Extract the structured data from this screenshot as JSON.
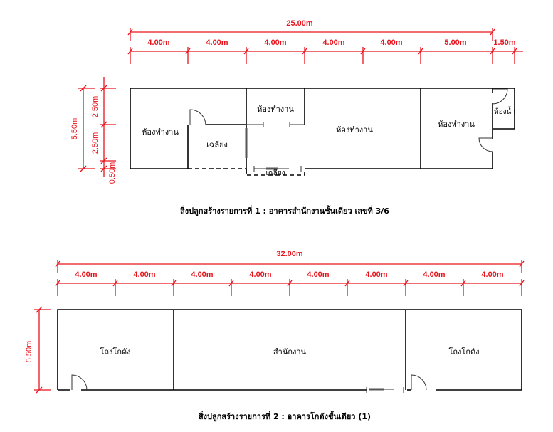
{
  "plan1": {
    "overall_width": "25.00m",
    "segments": [
      "4.00m",
      "4.00m",
      "4.00m",
      "4.00m",
      "4.00m",
      "5.00m",
      "1.50m"
    ],
    "overall_depth": "5.50m",
    "depth_segments": [
      "2.50m",
      "2.50m",
      "0.50m"
    ],
    "rooms": {
      "office_left": "ห้องทำงาน",
      "veranda": "เฉลียง",
      "office_top": "ห้องทำงาน",
      "office_middle": "ห้องทำงาน",
      "office_right": "ห้องทำงาน",
      "bathroom": "ห้องน้ำ",
      "porch": "เฉลียง"
    },
    "caption": "สิ่งปลูกสร้างรายการที่ 1 : อาคารสำนักงานชั้นเดียว เลขที่ 3/6"
  },
  "plan2": {
    "overall_width": "32.00m",
    "segments": [
      "4.00m",
      "4.00m",
      "4.00m",
      "4.00m",
      "4.00m",
      "4.00m",
      "4.00m",
      "4.00m"
    ],
    "overall_depth": "5.50m",
    "rooms": {
      "warehouse_left": "โถงโกดัง",
      "office": "สำนักงาน",
      "warehouse_right": "โถงโกดัง"
    },
    "caption": "สิ่งปลูกสร้างรายการที่ 2 : อาคารโกดังชั้นเดียว (1)"
  }
}
